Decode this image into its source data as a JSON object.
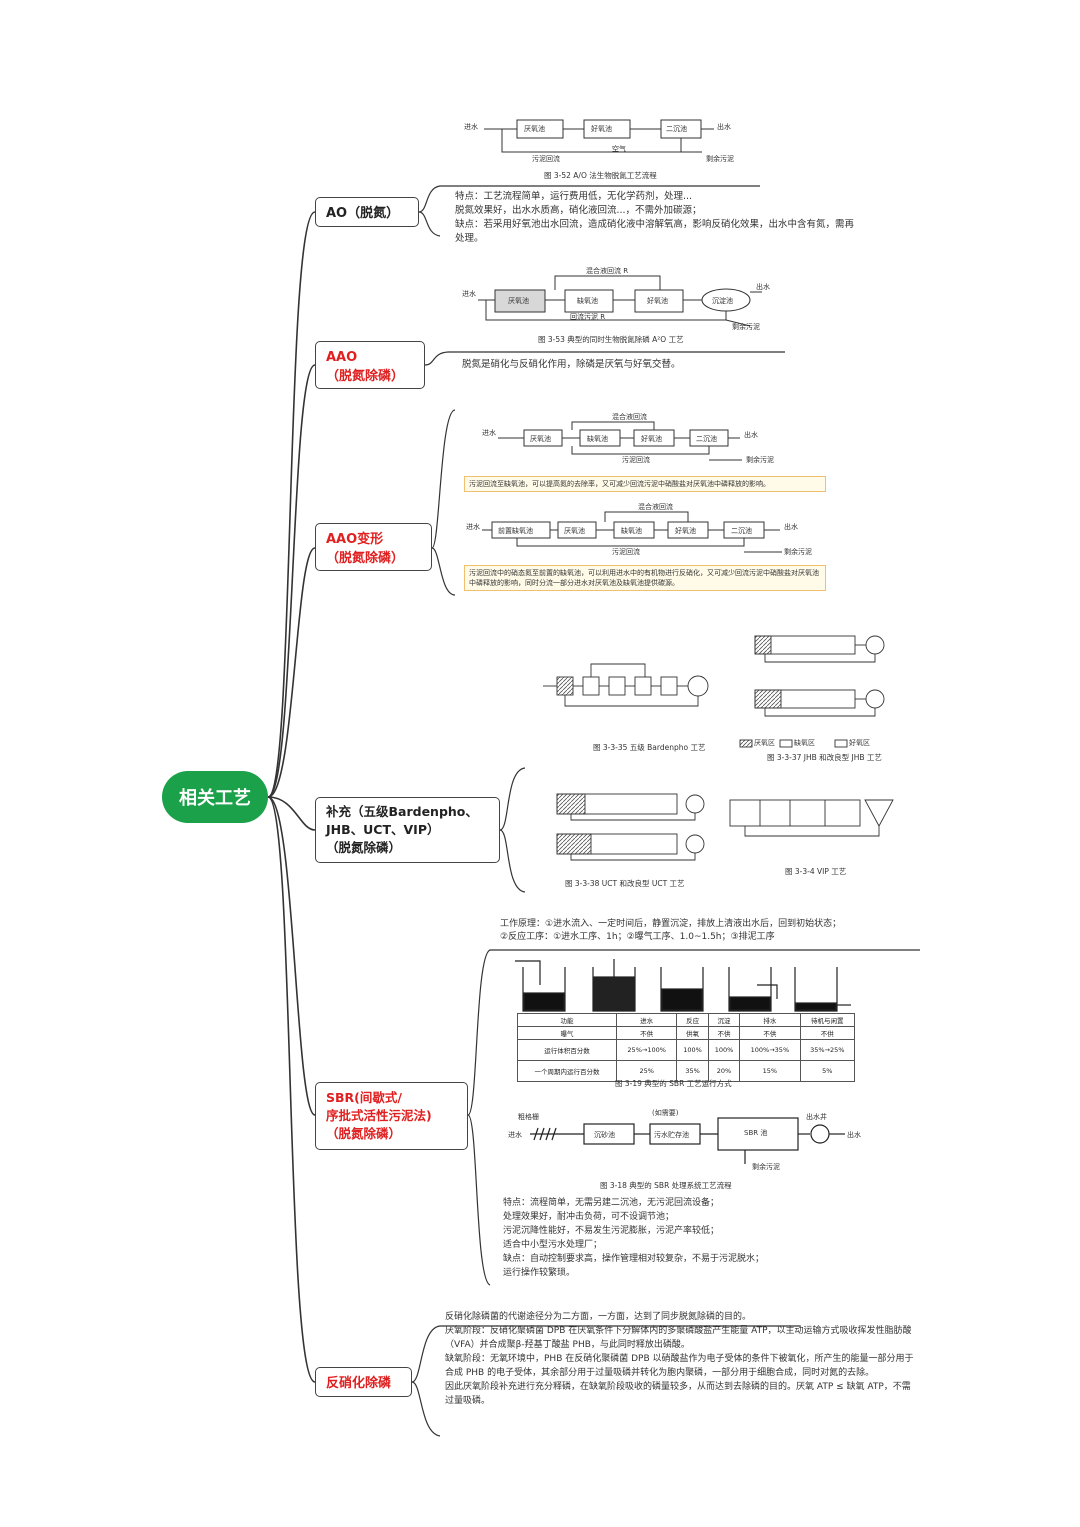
{
  "root": {
    "label": "相关工艺"
  },
  "branches": [
    {
      "id": "ao",
      "title_lines": [
        "AO（脱氮）"
      ],
      "color": "#222222",
      "figure": {
        "caption": "图 3-52  A/O 法生物脱氮工艺流程",
        "labels": [
          "进水",
          "厌氧池",
          "好氧池",
          "二沉池",
          "出水",
          "污泥回流",
          "空气",
          "剩余污泥"
        ]
      },
      "note": "特点：工艺流程简单，运行费用低，无化学药剂，处理...\n脱氮效果好，出水水质高，硝化液回流...，不需外加碳源；\n缺点：若采用好氧池出水回流，造成硝化液中溶解氧高，影响反硝化效果，出水中含有氮，需再处理。"
    },
    {
      "id": "aao",
      "title_lines": [
        "AAO",
        "（脱氮除磷）"
      ],
      "color": "#e02020",
      "figure": {
        "caption": "图 3-53  典型的同时生物脱氮除磷 A²O 工艺",
        "labels": [
          "进水",
          "厌氧池",
          "缺氧池",
          "好氧池",
          "沉淀池",
          "出水",
          "混合液回流 R",
          "回流污泥 R",
          "剩余污泥"
        ]
      },
      "note": "脱氮是硝化与反硝化作用，除磷是厌氧与好氧交替。"
    },
    {
      "id": "aao-variant",
      "title_lines": [
        "AAO变形",
        "（脱氮除磷）"
      ],
      "color": "#e02020",
      "figures": [
        {
          "labels": [
            "混合液回流",
            "进水",
            "厌氧池",
            "缺氧池",
            "好氧池",
            "二沉池",
            "出水",
            "污泥回流",
            "剩余污泥"
          ],
          "note": "污泥回流至缺氧池，可以提高氮的去除率，又可减少回流污泥中硝酸盐对厌氧池中磷释放的影响。"
        },
        {
          "labels": [
            "混合液回流",
            "进水",
            "前置缺氧池",
            "厌氧池",
            "缺氧池",
            "好氧池",
            "二沉池",
            "出水",
            "污泥回流",
            "剩余污泥"
          ],
          "note": "污泥回流中的硝态氮至前置的缺氧池，可以利用进水中的有机物进行反硝化，又可减少回流污泥中硝酸盐对厌氧池中磷释放的影响，同时分流一部分进水对厌氧池及缺氧池提供碳源。"
        }
      ]
    },
    {
      "id": "supplement",
      "title_lines": [
        "补充（五级Bardenpho、",
        "JHB、UCT、VIP）",
        "（脱氮除磷）"
      ],
      "color": "#222222",
      "figure_captions": [
        "图 3-3-35  五级 Bardenpho 工艺",
        "图 3-3-37  JHB 和改良型 JHB 工艺",
        "图 3-3-38  UCT 和改良型 UCT 工艺",
        "图 3-3-4  VIP 工艺"
      ],
      "legend": [
        "厌氧区",
        "缺氧区",
        "好氧区"
      ]
    },
    {
      "id": "sbr",
      "title_lines": [
        "SBR(间歇式/",
        "序批式活性污泥法)",
        "（脱氮除磷）"
      ],
      "color": "#e02020",
      "header_note": "工作原理：①进水流入、一定时间后，静置沉淀，排放上清液出水后，回到初始状态；\n②反应工序：①进水工序、1h；②曝气工序、1.0~1.5h；③排泥工序",
      "table": {
        "head": [
          "功能",
          "进水",
          "反应",
          "沉淀",
          "排水",
          "待机与闲置"
        ],
        "rows": [
          [
            "曝气",
            "不供",
            "供氧",
            "不供",
            "不供",
            "不供"
          ],
          [
            "运行体积百分数",
            "25%→100%",
            "100%",
            "100%",
            "100%→35%",
            "35%→25%"
          ],
          [
            "一个周期内运行百分数",
            "25%",
            "35%",
            "20%",
            "15%",
            "5%"
          ]
        ],
        "caption": "图 3-19  典型的 SBR 工艺运行方式"
      },
      "flow": {
        "labels": [
          "粗格栅",
          "(如需要)",
          "进水",
          "沉砂池",
          "污水贮存池",
          "SBR 池",
          "出水井",
          "出水",
          "剩余污泥"
        ],
        "caption": "图 3-18  典型的 SBR 处理系统工艺流程"
      },
      "note": "特点：流程简单，无需另建二沉池，无污泥回流设备；\n处理效果好，耐冲击负荷，可不设调节池；\n污泥沉降性能好，不易发生污泥膨胀，污泥产率较低；\n适合中小型污水处理厂；\n缺点：自动控制要求高，操作管理相对较复杂，不易于污泥脱水；\n运行操作较繁琐。"
    },
    {
      "id": "denitrifying-p",
      "title_lines": [
        "反硝化除磷"
      ],
      "color": "#e02020",
      "note": "反硝化除磷菌的代谢途径分为二方面，一方面，达到了同步脱氮除磷的目的。\n厌氧阶段：反硝化聚磷菌 DPB 在厌氧条件下分解体内的多聚磷酸盐产生能量 ATP，以主动运输方式吸收挥发性脂肪酸（VFA）并合成聚β-羟基丁酸盐 PHB，与此同时释放出磷酸。\n缺氧阶段：无氧环境中，PHB 在反硝化聚磷菌 DPB 以硝酸盐作为电子受体的条件下被氧化，所产生的能量一部分用于合成 PHB 的电子受体，其余部分用于过量吸磷并转化为胞内聚磷，一部分用于细胞合成，同时对氮的去除。\n因此厌氧阶段补充进行充分释磷，在缺氧阶段吸收的磷量较多，从而达到去除磷的目的。厌氧 ATP ≤ 缺氧 ATP，不需过量吸磷。"
    }
  ]
}
